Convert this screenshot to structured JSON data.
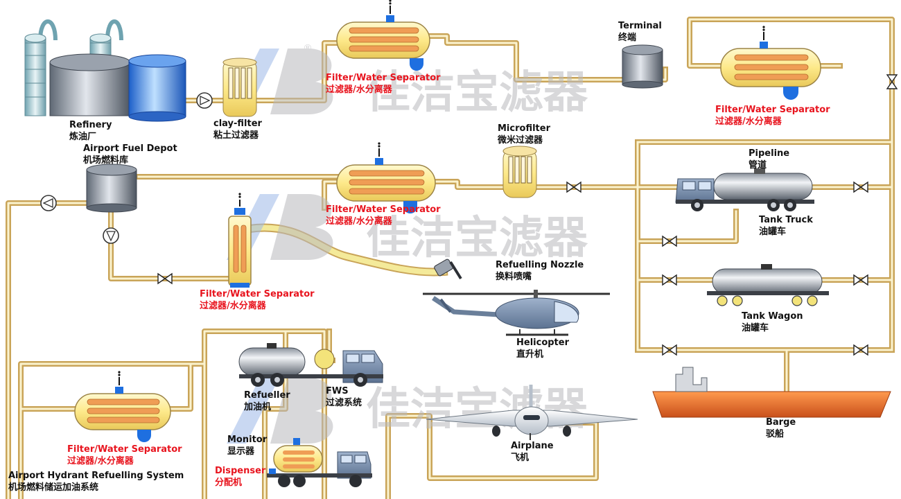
{
  "watermark": {
    "text": "佳洁宝滤器",
    "registered": "®"
  },
  "labels": {
    "refinery": {
      "en": "Refinery",
      "zh": "炼油厂"
    },
    "clay_filter": {
      "en": "clay-filter",
      "zh": "粘土过滤器"
    },
    "fws_top": {
      "en": "Filter/Water Separator",
      "zh": "过滤器/水分离器"
    },
    "terminal": {
      "en": "Terminal",
      "zh": "终端"
    },
    "fws_terminal": {
      "en": "Filter/Water Separator",
      "zh": "过滤器/水分离器"
    },
    "airport_fuel_depot": {
      "en": "Airport Fuel Depot",
      "zh": "机场燃料库"
    },
    "fws_middle": {
      "en": "Filter/Water Separator",
      "zh": "过滤器/水分离器"
    },
    "microfilter": {
      "en": "Microfilter",
      "zh": "微米过滤器"
    },
    "pipeline": {
      "en": "Pipeline",
      "zh": "管道"
    },
    "tank_truck": {
      "en": "Tank Truck",
      "zh": "油罐车"
    },
    "fws_vertical": {
      "en": "Filter/Water Separator",
      "zh": "过滤器/水分离器"
    },
    "refuelling_nozzle": {
      "en": "Refuelling Nozzle",
      "zh": "换料喷嘴"
    },
    "tank_wagon": {
      "en": "Tank Wagon",
      "zh": "油罐车"
    },
    "helicopter": {
      "en": "Helicopter",
      "zh": "直升机"
    },
    "refueller": {
      "en": "Refueller",
      "zh": "加油机"
    },
    "fws_system": {
      "en": "FWS",
      "zh": "过滤系统"
    },
    "barge": {
      "en": "Barge",
      "zh": "驳船"
    },
    "monitor": {
      "en": "Monitor",
      "zh": "显示器"
    },
    "airplane": {
      "en": "Airplane",
      "zh": "飞机"
    },
    "fws_hydrant": {
      "en": "Filter/Water Separator",
      "zh": "过滤器/水分离器"
    },
    "dispenser": {
      "en": "Dispenser",
      "zh": "分配机"
    },
    "hydrant_system": {
      "en": "Airport Hydrant Refuelling System",
      "zh": "机场燃料储运加油系统"
    }
  },
  "colors": {
    "pipe": "#c9a458",
    "pipe_inner": "#fbf3cf",
    "label_red": "#e8141e",
    "vessel_body": "#fdf0a0",
    "vessel_core": "#ef9d55",
    "accent_blue": "#1e6fe0",
    "barge_hull": "#e8722a",
    "watermark_grey": "#b9b9bd",
    "watermark_blue": "#9db9e8"
  }
}
